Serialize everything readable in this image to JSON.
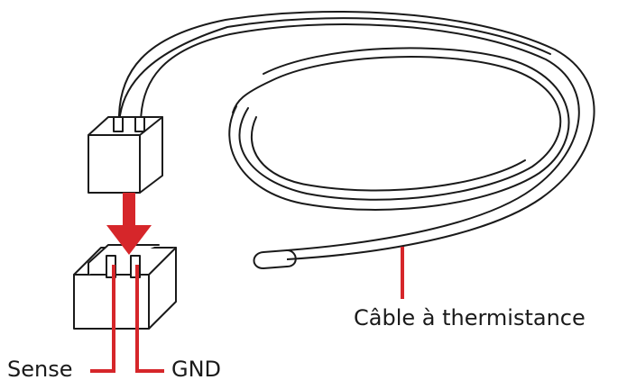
{
  "labels": {
    "cable": "Câble à thermistance",
    "sense": "Sense",
    "gnd": "GND"
  },
  "colors": {
    "line": "#1a1a1a",
    "accent": "#d6262a",
    "fill": "#ffffff"
  },
  "icons": {
    "arrow": "arrow-down-icon"
  }
}
